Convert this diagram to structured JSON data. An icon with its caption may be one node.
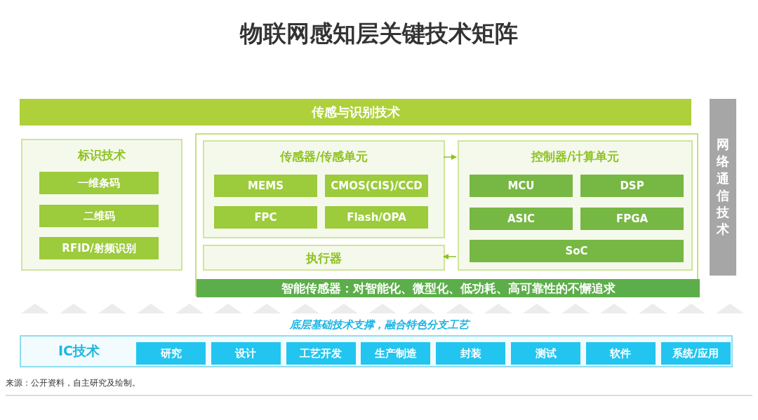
{
  "diagram": {
    "title": "物联网感知层关键技术矩阵",
    "nodes": [
      {
        "text": [
          "传感与识别技术"
        ]
      },
      {
        "text": [
          "标识技术"
        ]
      },
      {
        "text": [
          "一维条码"
        ],
        "in": 1
      },
      {
        "text": [
          "二维码"
        ],
        "in": 1
      },
      {
        "text": [
          "RFID/射频识别"
        ],
        "in": 1
      },
      {
        "text": [],
        "shape": "box"
      },
      {
        "text": [
          "传感器/传感单元"
        ],
        "in": 5
      },
      {
        "text": [
          "MEMS"
        ],
        "in": 6
      },
      {
        "text": [
          "CMOS(CIS)/CCD"
        ],
        "in": 6
      },
      {
        "text": [
          "FPC"
        ],
        "in": 6
      },
      {
        "text": [
          "Flash/OPA"
        ],
        "in": 6
      },
      {
        "text": [
          "执行器"
        ],
        "in": 5
      },
      {
        "text": [
          "控制器/计算单元"
        ],
        "in": 5
      },
      {
        "text": [
          "MCU"
        ],
        "in": 12
      },
      {
        "text": [
          "DSP"
        ],
        "in": 12
      },
      {
        "text": [
          "ASIC"
        ],
        "in": 12
      },
      {
        "text": [
          "FPGA"
        ],
        "in": 12
      },
      {
        "text": [
          "SoC"
        ],
        "in": 12
      },
      {
        "text": [
          "智能传感器：对智能化、微型化、低功耗、高可靠性的不懈追求"
        ],
        "in": 5
      },
      {
        "text": [
          "网络通信技术"
        ]
      },
      {
        "text": [
          "IC技术"
        ]
      },
      {
        "text": [
          "研究"
        ],
        "in": 20
      },
      {
        "text": [
          "设计"
        ],
        "in": 20
      },
      {
        "text": [
          "工艺开发"
        ],
        "in": 20
      },
      {
        "text": [
          "生产制造"
        ],
        "in": 20
      },
      {
        "text": [
          "封装"
        ],
        "in": 20
      },
      {
        "text": [
          "测试"
        ],
        "in": 20
      },
      {
        "text": [
          "软件"
        ],
        "in": 20
      },
      {
        "text": [
          "系统/应用"
        ],
        "in": 20
      }
    ],
    "edges": [
      {
        "from": 6,
        "to": 12,
        "arrow": "to"
      },
      {
        "from": 12,
        "to": 11,
        "arrow": "to"
      }
    ],
    "labels": [
      "底层基础技术支撑，融合特色分支工艺",
      "来源：公开资料，自主研究及绘制。"
    ]
  }
}
